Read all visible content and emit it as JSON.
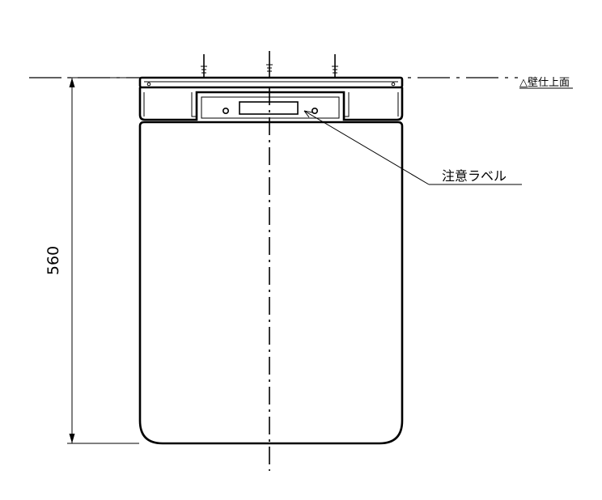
{
  "drawing": {
    "dimension_value": "560",
    "wall_reference_label": "△壁仕上面",
    "callout_label": "注意ラベル"
  }
}
